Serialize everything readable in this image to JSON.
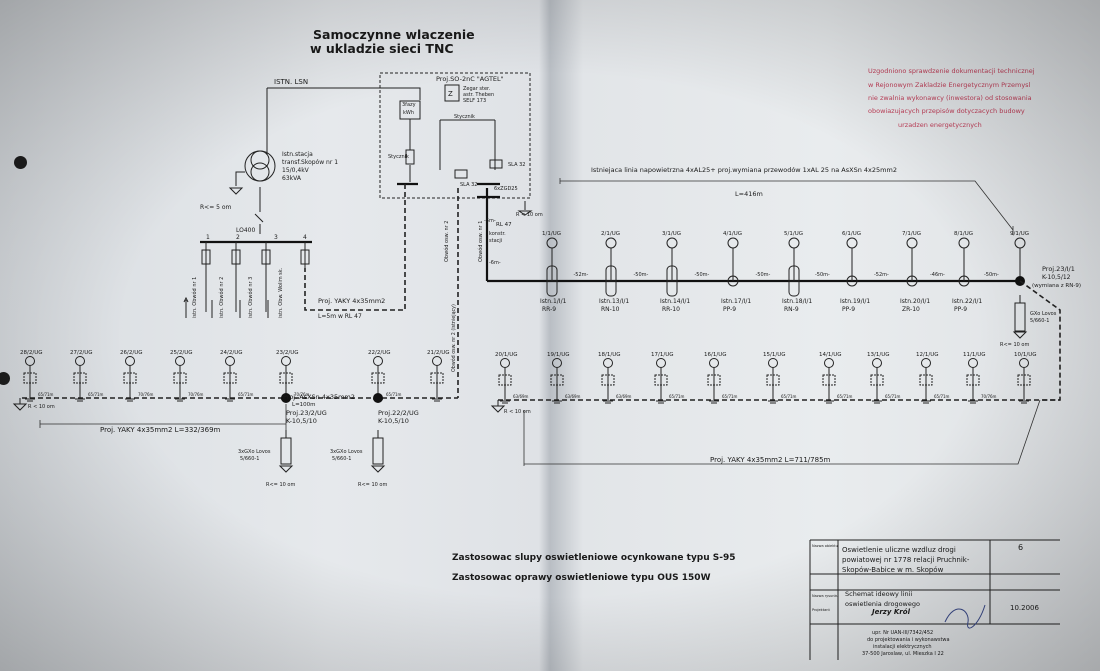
{
  "title": {
    "line1": "Samoczynne wlaczenie",
    "line2": "w ukladzie sieci TNC"
  },
  "supply": {
    "lsn": "ISTN. LSN",
    "station": [
      "Istn.stacja",
      "transf.Skopów nr 1",
      "15/0,4kV",
      "63kVA"
    ],
    "earth": "R<= 5 om",
    "switchgear": "LO400",
    "bays": [
      "1",
      "2",
      "3",
      "4"
    ],
    "bay_cable_labels": [
      "istn. Obwód nr 1",
      "istn. Obwód nr 2",
      "istn. Obwód nr 3",
      "istn. Obw. Wolim sk."
    ]
  },
  "cabinet": {
    "title": "Proj.SO-2nC \"AGTEL\"",
    "meter": "kWh",
    "meter_label": "3fazy",
    "clock_label": "Z",
    "clock": [
      "Zegar ster.",
      "astr. Theben",
      "SELF 173"
    ],
    "contacts": [
      "Stycznik",
      "Stycznik"
    ],
    "fuse": "6xZGD25",
    "relay1": "SLA 32",
    "relay2": "SLA 32",
    "earth": "R < 10 om",
    "rl": "RL 47",
    "arm_labels": [
      "-6m-",
      "konstr.",
      "stacji"
    ],
    "feeders": [
      "Obwód osw. nr 1",
      "Obwód osw. nr 2"
    ],
    "arm_distance": "-6m-"
  },
  "feed_cable": {
    "label": "Proj. YAKY 4x35mm2",
    "sub": "L=5m w RL 47",
    "feeder_note": "Obwód osw. nr 2 (istniejący)"
  },
  "overhead": {
    "label": "Istniejaca linia napowietrzna 4xAL25+ proj.wymiana przewodów 1xAL 25 na AsXSn 4x25mm2",
    "length": "L=416m",
    "lamps": [
      "1/1/UG",
      "2/1/UG",
      "3/1/UG",
      "4/1/UG",
      "5/1/UG",
      "6/1/UG",
      "7/1/UG",
      "8/1/UG",
      "9/1/UG"
    ],
    "spans": [
      "-52m-",
      "-50m-",
      "-50m-",
      "-50m-",
      "-50m-",
      "-52m-",
      "-46m-",
      "-50m-",
      "-52m-"
    ],
    "poles": [
      {
        "name": "Istn.1/I/1",
        "type": "RR-9"
      },
      {
        "name": "Istn.13/I/1",
        "type": "RN-10"
      },
      {
        "name": "Istn.14/I/1",
        "type": "RR-10"
      },
      {
        "name": "Istn.17/I/1",
        "type": "PP-9"
      },
      {
        "name": "Istn.18/I/1",
        "type": "RN-9"
      },
      {
        "name": "Istn.19/I/1",
        "type": "PP-9"
      },
      {
        "name": "Istn.20/I/1",
        "type": "ZR-10"
      },
      {
        "name": "Istn.22/I/1",
        "type": "PP-9"
      }
    ],
    "end_pole": {
      "name": "Proj.23/I/1",
      "type": "K-10,5/12",
      "note": "(wymiana z RN-9)",
      "earth": "GXo Lovos",
      "earth_sub": "5/660-1",
      "r": "R<= 10 om"
    }
  },
  "left_circuit": {
    "lamps": [
      "28/2/UG",
      "27/2/UG",
      "26/2/UG",
      "25/2/UG",
      "24/2/UG",
      "23/2/UG",
      "22/2/UG",
      "21/2/UG"
    ],
    "spans": [
      "65/71m",
      "65/71m",
      "70/76m",
      "70/76m",
      "65/71m",
      "70/76m",
      "65/71m"
    ],
    "cable": "Proj. YAKY 4x35mm2 L=332/369m",
    "earth": "R < 10 om",
    "air_line": "Proj. AsXSn 4x35mm2",
    "air_sub": "L=100m",
    "pole_a": {
      "name": "Proj.23/2/UG",
      "type": "K-10,5/10",
      "earth": "3xGXo Lovos",
      "earth_sub": "5/660-1",
      "r": "R<= 10 om"
    },
    "pole_b": {
      "name": "Proj.22/2/UG",
      "type": "K-10,5/10",
      "earth": "3xGXo Lovos",
      "earth_sub": "5/660-1",
      "r": "R<= 10 om"
    }
  },
  "right_circuit": {
    "lamps": [
      "20/1/UG",
      "19/1/UG",
      "18/1/UG",
      "17/1/UG",
      "16/1/UG",
      "15/1/UG",
      "14/1/UG",
      "13/1/UG",
      "12/1/UG",
      "11/1/UG",
      "10/1/UG"
    ],
    "spans": [
      "63/69m",
      "63/69m",
      "63/69m",
      "65/71m",
      "65/71m",
      "65/71m",
      "65/71m",
      "65/71m",
      "65/71m",
      "70/76m"
    ],
    "cable": "Proj. YAKY 4x35mm2 L=711/785m",
    "earth": "R < 10 om"
  },
  "notes": [
    "Zastosowac slupy oswietleniowe ocynkowane typu S-95",
    "Zastosowac oprawy oswietleniowe typu OUS 150W"
  ],
  "stamp_red": [
    "Uzgodniono sprawdzenie dokumentacji technicznej",
    "w Rejonowym Zakladzie Energetycznym Przemysl",
    "nie zwalnia wykonawcy (inwestora) od stosowania",
    "obowiazujacych przepisów dotyczacych budowy",
    "urzadzen energetycznych"
  ],
  "title_block": {
    "obj_label": "Nazwa obiektu",
    "object": [
      "Oswietlenie uliczne wzdluz drogi",
      "powiatowej nr 1778 relacji Pruchnik-",
      "Skopów-Babice w m. Skopów"
    ],
    "sheet": "6",
    "name_label": "Nazwa rysunku",
    "drawing": [
      "Schemat ideowy linii",
      "oswietlenia drogowego"
    ],
    "author": "Jerzy Król",
    "date": "10.2006",
    "role": "Projektant",
    "license": [
      "upr. Nr UAN-III/7342/452",
      "do projektowania i wykonawstwa",
      "instalacji elektrycznych",
      "37-500 Jaroslaw, ul. Mieszka I 22"
    ]
  }
}
